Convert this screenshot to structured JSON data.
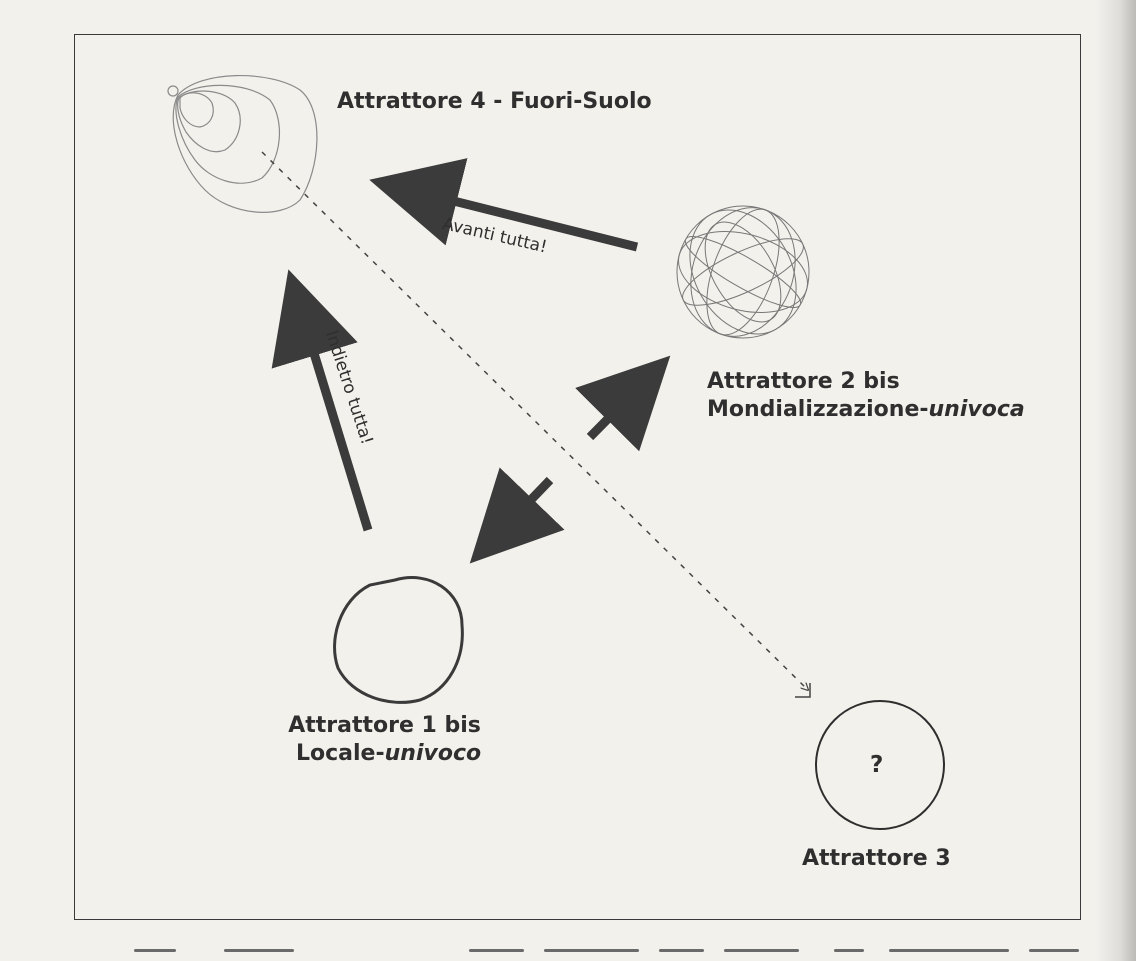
{
  "diagram": {
    "attractor4": {
      "title": "Attrattore 4 - Fuori-Suolo"
    },
    "attractor2": {
      "line1": "Attrattore 2 bis",
      "line2_prefix": "Mondializzazione-",
      "line2_italic": "univoca"
    },
    "attractor1": {
      "line1": "Attrattore 1 bis",
      "line2_prefix": "Locale-",
      "line2_italic": "univoco"
    },
    "attractor3": {
      "title": "Attrattore 3",
      "symbol": "?"
    },
    "arrows": {
      "forward": "Avanti tutta!",
      "backward": "Indietro tutta!"
    }
  }
}
